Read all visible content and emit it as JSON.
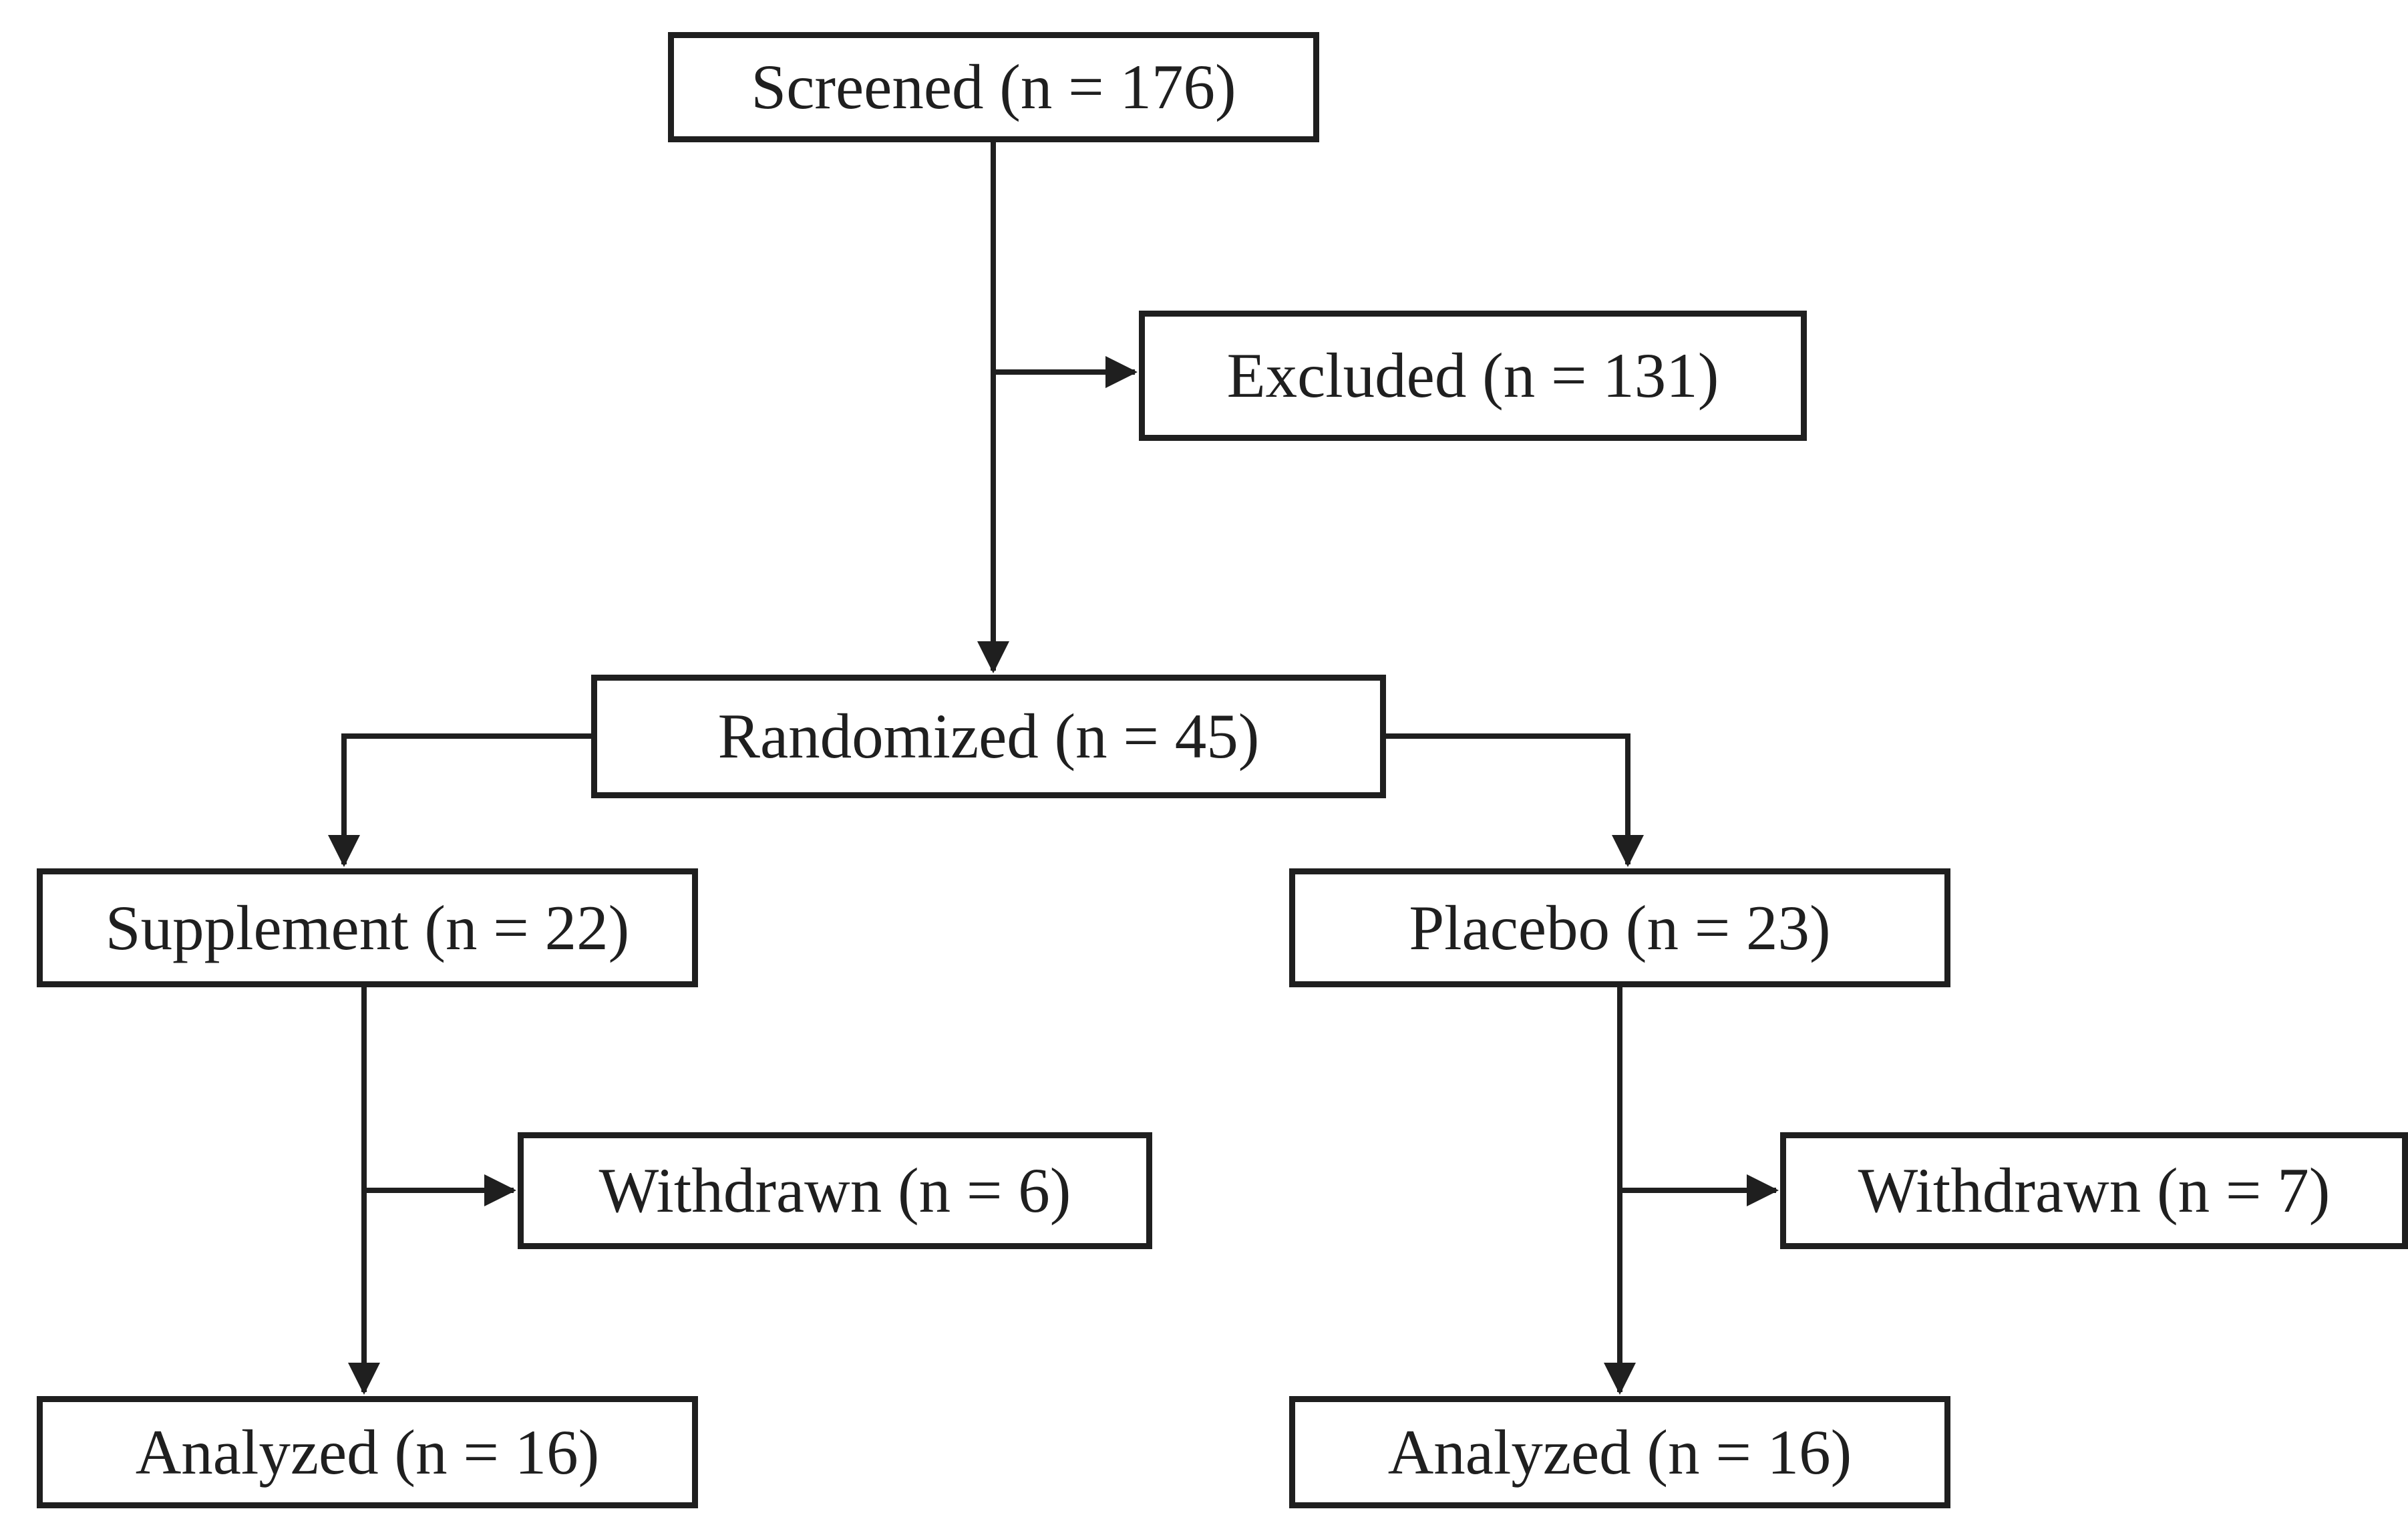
{
  "diagram": {
    "kind": "participant-flow-chart",
    "colors": {
      "background": "#ffffff",
      "box_border": "#1f1f1f",
      "line": "#1f1f1f",
      "text": "#1f1f1f"
    },
    "nodes": {
      "screened": {
        "label": "Screened (n = 176)",
        "n": 176
      },
      "excluded": {
        "label": "Excluded (n = 131)",
        "n": 131
      },
      "randomized": {
        "label": "Randomized (n = 45)",
        "n": 45
      },
      "supplement": {
        "label": "Supplement (n = 22)",
        "n": 22
      },
      "placebo": {
        "label": "Placebo (n = 23)",
        "n": 23
      },
      "withdrawn_supplement": {
        "label": "Withdrawn (n = 6)",
        "n": 6
      },
      "withdrawn_placebo": {
        "label": "Withdrawn (n = 7)",
        "n": 7
      },
      "analyzed_supplement": {
        "label": "Analyzed (n = 16)",
        "n": 16
      },
      "analyzed_placebo": {
        "label": "Analyzed (n = 16)",
        "n": 16
      }
    },
    "edges": [
      "screened -> randomized",
      "screened -> excluded",
      "randomized -> supplement",
      "randomized -> placebo",
      "supplement -> withdrawn_supplement",
      "supplement -> analyzed_supplement",
      "placebo -> withdrawn_placebo",
      "placebo -> analyzed_placebo"
    ]
  }
}
